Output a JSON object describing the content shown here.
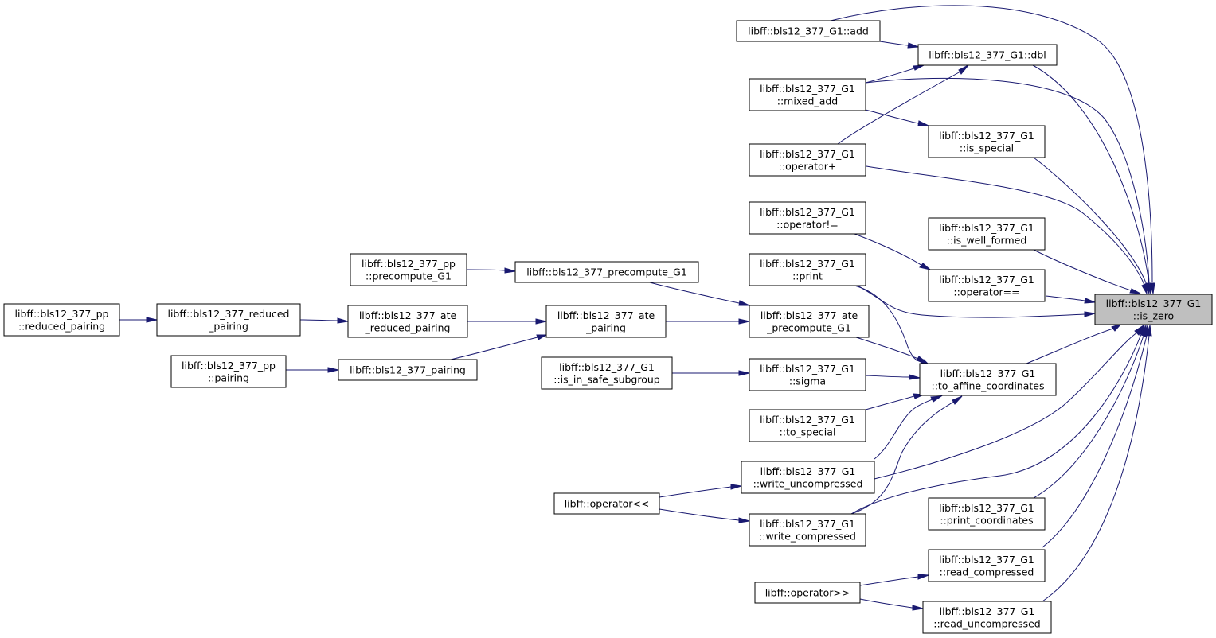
{
  "graph": {
    "edge_color": "#191970",
    "focus_fill": "#bfbfbf",
    "nodes": [
      {
        "id": "is_zero",
        "lines": [
          "libff::bls12_377_G1",
          "::is_zero"
        ],
        "focus": true
      },
      {
        "id": "add",
        "lines": [
          "libff::bls12_377_G1::add"
        ]
      },
      {
        "id": "dbl",
        "lines": [
          "libff::bls12_377_G1::dbl"
        ]
      },
      {
        "id": "mixed_add",
        "lines": [
          "libff::bls12_377_G1",
          "::mixed_add"
        ]
      },
      {
        "id": "is_special",
        "lines": [
          "libff::bls12_377_G1",
          "::is_special"
        ]
      },
      {
        "id": "op_plus",
        "lines": [
          "libff::bls12_377_G1",
          "::operator+"
        ]
      },
      {
        "id": "op_neq",
        "lines": [
          "libff::bls12_377_G1",
          "::operator!="
        ]
      },
      {
        "id": "is_well_formed",
        "lines": [
          "libff::bls12_377_G1",
          "::is_well_formed"
        ]
      },
      {
        "id": "print",
        "lines": [
          "libff::bls12_377_G1",
          "::print"
        ]
      },
      {
        "id": "op_eq",
        "lines": [
          "libff::bls12_377_G1",
          "::operator=="
        ]
      },
      {
        "id": "pp_precompute_G1",
        "lines": [
          "libff::bls12_377_pp",
          "::precompute_G1"
        ]
      },
      {
        "id": "precompute_G1",
        "lines": [
          "libff::bls12_377_precompute_G1"
        ]
      },
      {
        "id": "pp_reduced_pairing",
        "lines": [
          "libff::bls12_377_pp",
          "::reduced_pairing"
        ]
      },
      {
        "id": "reduced_pairing",
        "lines": [
          "libff::bls12_377_reduced",
          "_pairing"
        ]
      },
      {
        "id": "ate_reduced_pairing",
        "lines": [
          "libff::bls12_377_ate",
          "_reduced_pairing"
        ]
      },
      {
        "id": "ate_pairing",
        "lines": [
          "libff::bls12_377_ate",
          "_pairing"
        ]
      },
      {
        "id": "ate_precompute_G1",
        "lines": [
          "libff::bls12_377_ate",
          "_precompute_G1"
        ]
      },
      {
        "id": "pp_pairing",
        "lines": [
          "libff::bls12_377_pp",
          "::pairing"
        ]
      },
      {
        "id": "pairing",
        "lines": [
          "libff::bls12_377_pairing"
        ]
      },
      {
        "id": "is_in_safe_subgroup",
        "lines": [
          "libff::bls12_377_G1",
          "::is_in_safe_subgroup"
        ]
      },
      {
        "id": "sigma",
        "lines": [
          "libff::bls12_377_G1",
          "::sigma"
        ]
      },
      {
        "id": "to_affine",
        "lines": [
          "libff::bls12_377_G1",
          "::to_affine_coordinates"
        ]
      },
      {
        "id": "to_special",
        "lines": [
          "libff::bls12_377_G1",
          "::to_special"
        ]
      },
      {
        "id": "write_uncompressed",
        "lines": [
          "libff::bls12_377_G1",
          "::write_uncompressed"
        ]
      },
      {
        "id": "op_out",
        "lines": [
          "libff::operator<<"
        ]
      },
      {
        "id": "write_compressed",
        "lines": [
          "libff::bls12_377_G1",
          "::write_compressed"
        ]
      },
      {
        "id": "print_coordinates",
        "lines": [
          "libff::bls12_377_G1",
          "::print_coordinates"
        ]
      },
      {
        "id": "read_compressed",
        "lines": [
          "libff::bls12_377_G1",
          "::read_compressed"
        ]
      },
      {
        "id": "op_in",
        "lines": [
          "libff::operator>>"
        ]
      },
      {
        "id": "read_uncompressed",
        "lines": [
          "libff::bls12_377_G1",
          "::read_uncompressed"
        ]
      }
    ],
    "edges": [
      [
        "add",
        "is_zero"
      ],
      [
        "dbl",
        "is_zero"
      ],
      [
        "mixed_add",
        "is_zero"
      ],
      [
        "is_special",
        "is_zero"
      ],
      [
        "op_plus",
        "is_zero"
      ],
      [
        "is_well_formed",
        "is_zero"
      ],
      [
        "op_eq",
        "is_zero"
      ],
      [
        "print",
        "is_zero"
      ],
      [
        "to_affine",
        "is_zero"
      ],
      [
        "write_uncompressed",
        "is_zero"
      ],
      [
        "write_compressed",
        "is_zero"
      ],
      [
        "print_coordinates",
        "is_zero"
      ],
      [
        "read_compressed",
        "is_zero"
      ],
      [
        "read_uncompressed",
        "is_zero"
      ],
      [
        "add",
        "dbl"
      ],
      [
        "mixed_add",
        "dbl"
      ],
      [
        "op_plus",
        "dbl"
      ],
      [
        "mixed_add",
        "is_special"
      ],
      [
        "op_neq",
        "op_eq"
      ],
      [
        "print",
        "to_affine"
      ],
      [
        "ate_precompute_G1",
        "to_affine"
      ],
      [
        "sigma",
        "to_affine"
      ],
      [
        "to_special",
        "to_affine"
      ],
      [
        "write_uncompressed",
        "to_affine"
      ],
      [
        "write_compressed",
        "to_affine"
      ],
      [
        "is_in_safe_subgroup",
        "sigma"
      ],
      [
        "precompute_G1",
        "ate_precompute_G1"
      ],
      [
        "ate_pairing",
        "ate_precompute_G1"
      ],
      [
        "pp_precompute_G1",
        "precompute_G1"
      ],
      [
        "ate_reduced_pairing",
        "ate_pairing"
      ],
      [
        "pairing",
        "ate_pairing"
      ],
      [
        "reduced_pairing",
        "ate_reduced_pairing"
      ],
      [
        "pp_reduced_pairing",
        "reduced_pairing"
      ],
      [
        "pp_pairing",
        "pairing"
      ],
      [
        "op_out",
        "write_uncompressed"
      ],
      [
        "op_out",
        "write_compressed"
      ],
      [
        "op_in",
        "read_compressed"
      ],
      [
        "op_in",
        "read_uncompressed"
      ]
    ]
  }
}
